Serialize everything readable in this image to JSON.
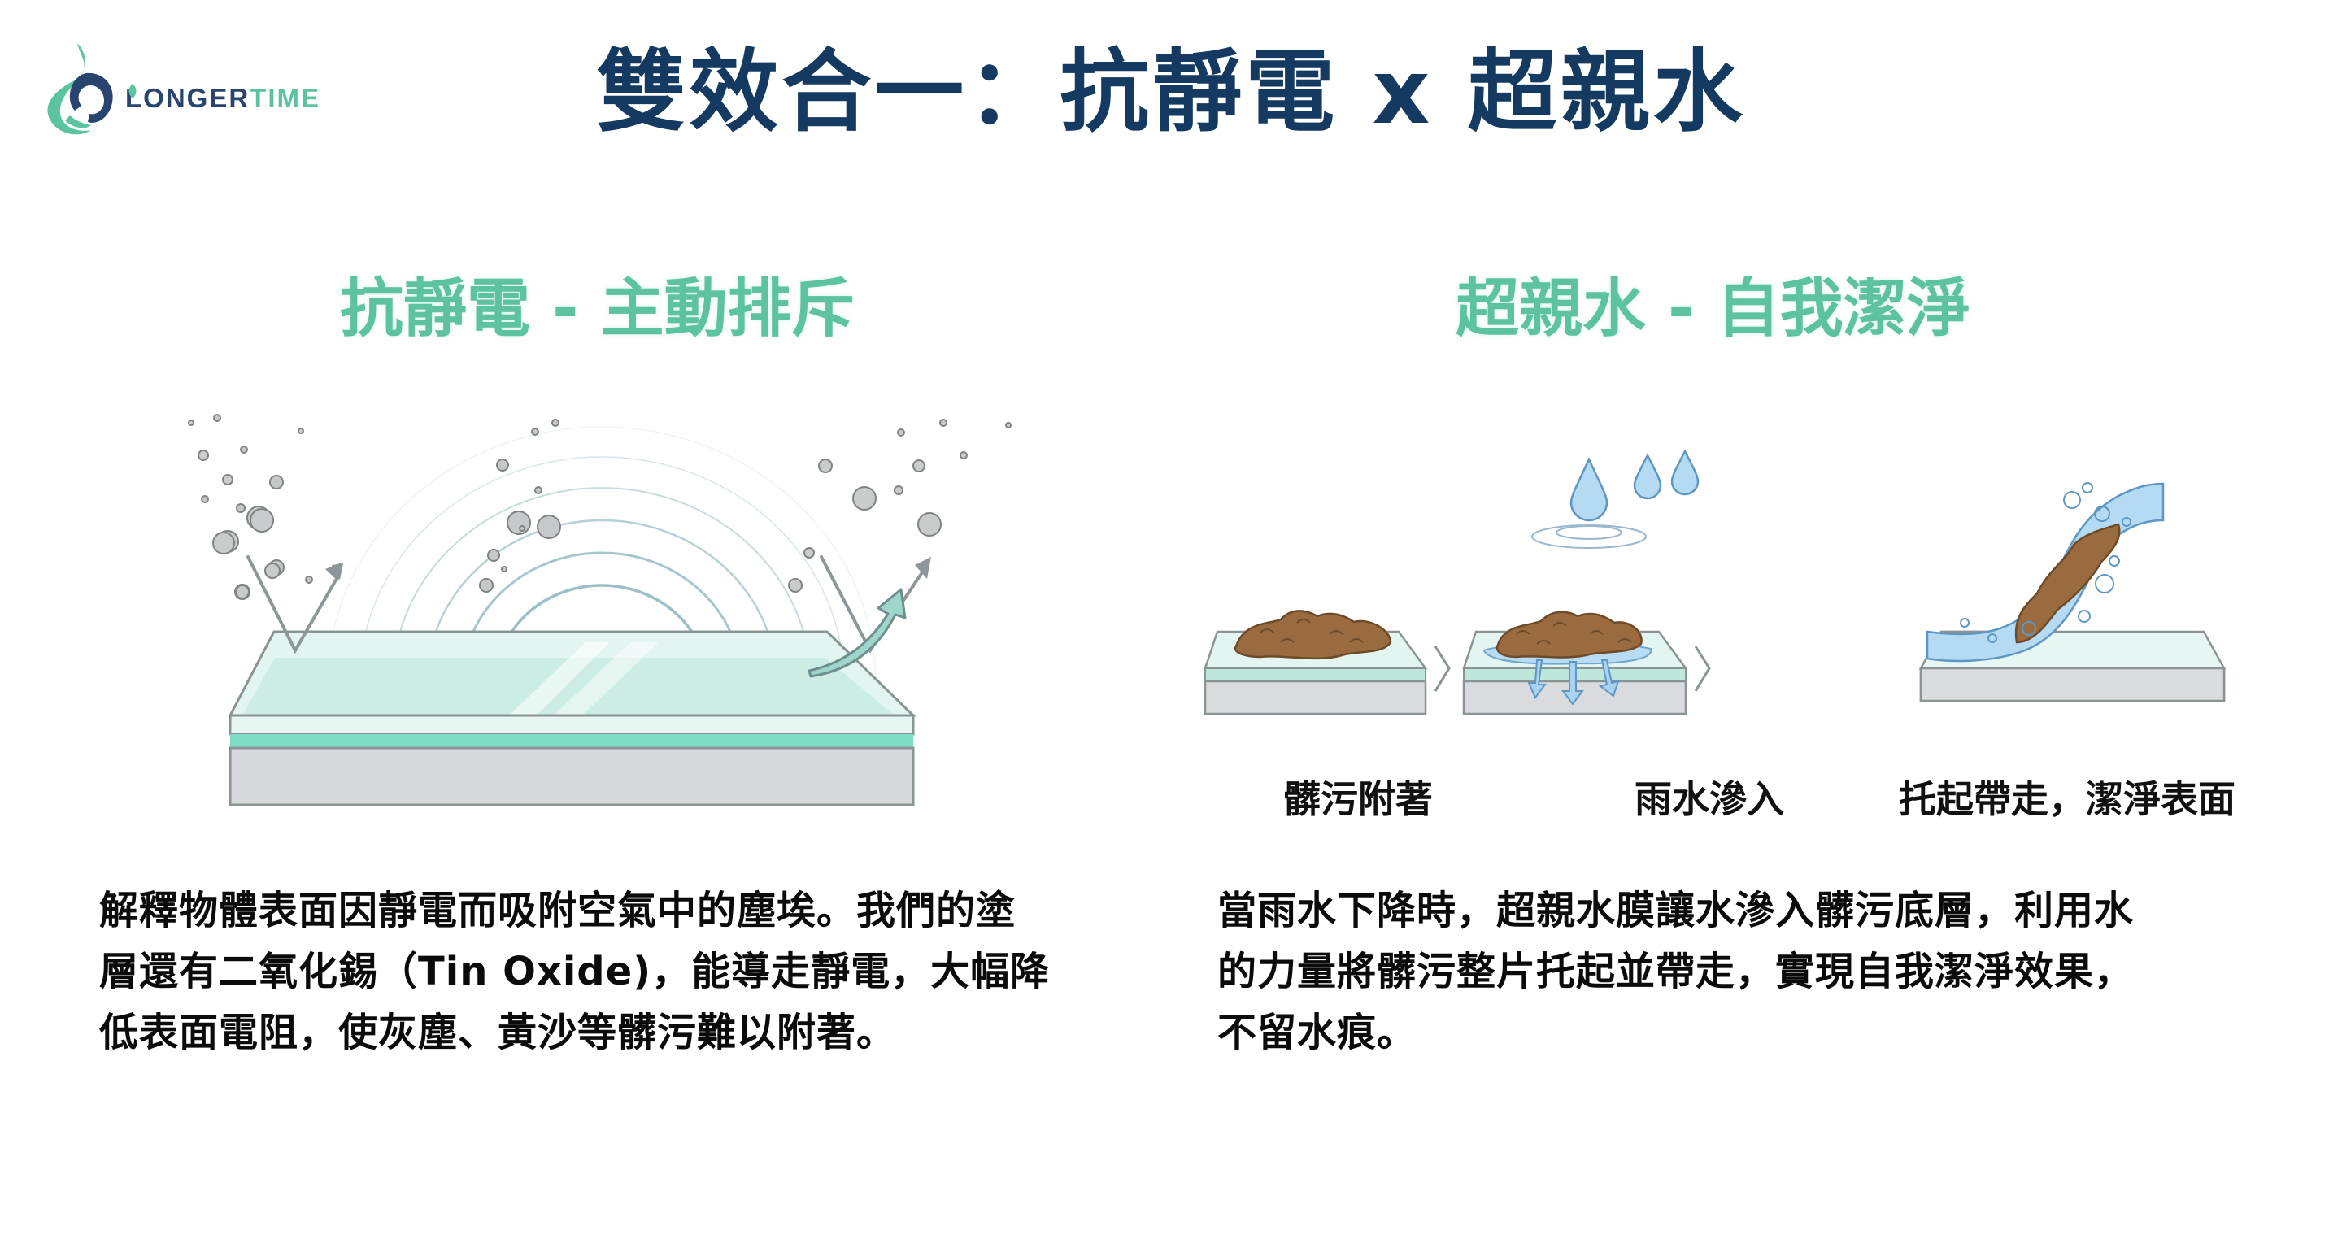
{
  "brand": {
    "name_part1": "LONGER",
    "name_part2": "TIME",
    "colors": {
      "navy": "#2a4470",
      "green": "#5cc39f"
    }
  },
  "title": "雙效合一：抗靜電 x 超親水",
  "colors": {
    "title": "#143a62",
    "heading": "#5cc2a0",
    "body_text": "#0b0b0b",
    "glass_tint": "#bfe9dd",
    "coating_layer": "#7fdcc4",
    "substrate": "#d7d9dc",
    "dirt": "#9a6b3f",
    "water": "#a9d3f2"
  },
  "sections": {
    "antistatic": {
      "heading": "抗靜電 - 主動排斥",
      "illustration_icons": [
        "dust-particle-icon",
        "field-arc-icon",
        "deflection-arrow-icon",
        "repel-arrow-icon",
        "coated-glass-slab-icon"
      ],
      "description_lines": [
        "解釋物體表面因靜電而吸附空氣中的塵埃。我們的塗",
        "層還有二氧化錫（Tin Oxide)，能導走靜電，大幅降",
        "低表面電阻，使灰塵、黃沙等髒污難以附著。"
      ]
    },
    "hydrophilic": {
      "heading": "超親水 - 自我潔淨",
      "steps": [
        {
          "label": "髒污附著",
          "icon": "dirt-on-glass-icon"
        },
        {
          "label": "雨水滲入",
          "icon": "rain-seeping-icon"
        },
        {
          "label": "托起帶走，潔淨表面",
          "icon": "water-lifting-dirt-icon"
        }
      ],
      "step_separator_icon": "chevron-right-icon",
      "description_lines": [
        "當雨水下降時，超親水膜讓水滲入髒污底層，利用水",
        "的力量將髒污整片托起並帶走，實現自我潔淨效果，",
        "不留水痕。"
      ]
    }
  }
}
